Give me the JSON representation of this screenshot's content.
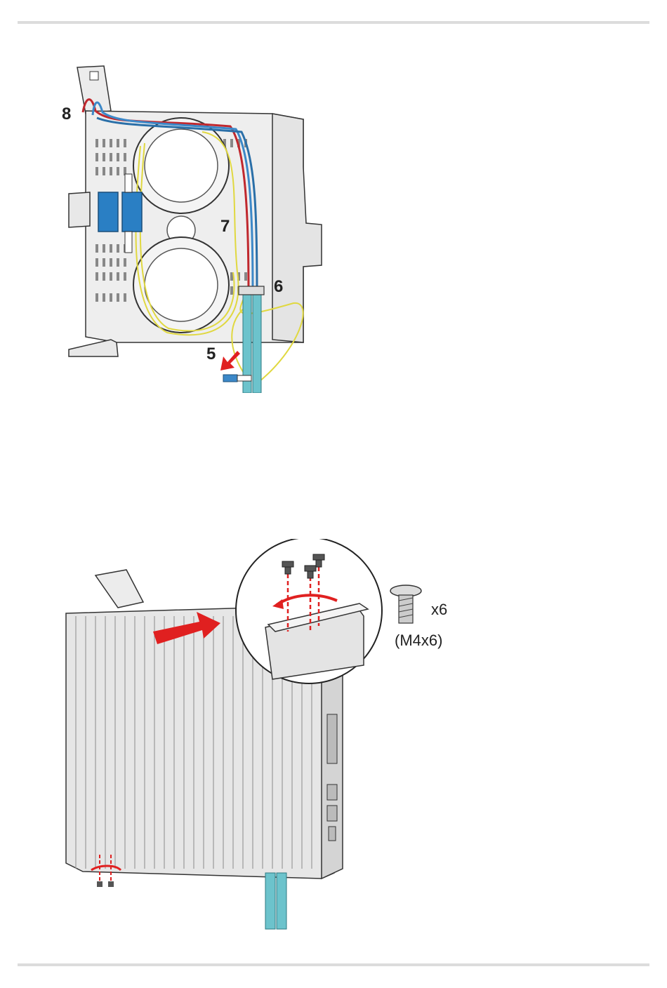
{
  "figure1": {
    "callouts": {
      "c8": "8",
      "c7": "7",
      "c6": "6",
      "c5": "5"
    }
  },
  "figure2": {
    "screw_quantity": "x6",
    "screw_spec": "(M4x6)"
  },
  "colors": {
    "accent_red": "#e02020",
    "cable_teal": "#6cc3cc",
    "fiber_yellow": "#e0d840",
    "adapter_blue": "#2a7fc4",
    "metal_light": "#e8e8e8",
    "outline": "#333333"
  }
}
